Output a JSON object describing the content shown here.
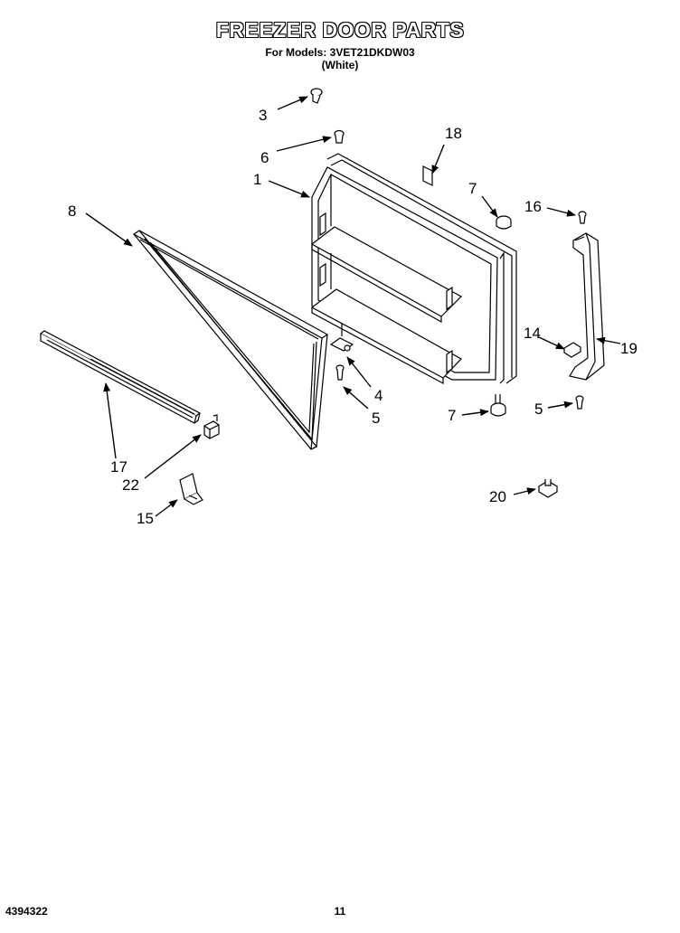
{
  "header": {
    "title": "FREEZER DOOR PARTS",
    "models_line": "For Models: 3VET21DKDW03",
    "color_line": "(White)"
  },
  "callouts": {
    "c1": "1",
    "c3": "3",
    "c4": "4",
    "c5a": "5",
    "c5b": "5",
    "c6": "6",
    "c7a": "7",
    "c7b": "7",
    "c8": "8",
    "c14": "14",
    "c15": "15",
    "c16": "16",
    "c17": "17",
    "c18": "18",
    "c19": "19",
    "c20": "20",
    "c22": "22"
  },
  "footer": {
    "part_number": "4394322",
    "page_number": "11"
  }
}
